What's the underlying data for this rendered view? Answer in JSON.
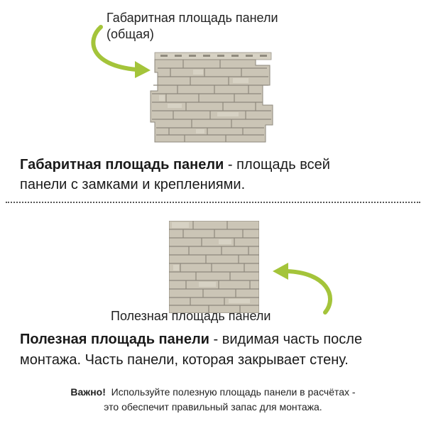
{
  "top_caption": {
    "line1": "Габаритная площадь панели",
    "line2": "(общая)"
  },
  "definition_total": {
    "term": "Габаритная площадь панели",
    "rest_line1": " - площадь всей",
    "line2": "панели с замками и креплениями."
  },
  "bottom_caption": "Полезная площадь панели",
  "definition_useful": {
    "term": "Полезная площадь панели",
    "rest_line1": " - видимая часть после",
    "line2": "монтажа. Часть панели, которая закрывает стену."
  },
  "note": {
    "label": "Важно!",
    "line1": "  Используйте полезную площадь панели в расчётах -",
    "line2": "это обеспечит правильный запас для монтажа."
  },
  "colors": {
    "arrow": "#a4c43a",
    "stone": "#cbc5b6",
    "mortar": "#8d887c",
    "divider": "#555555"
  },
  "icons": {
    "arrow_top": "curved-arrow-right-icon",
    "arrow_bottom": "curved-arrow-left-icon"
  }
}
